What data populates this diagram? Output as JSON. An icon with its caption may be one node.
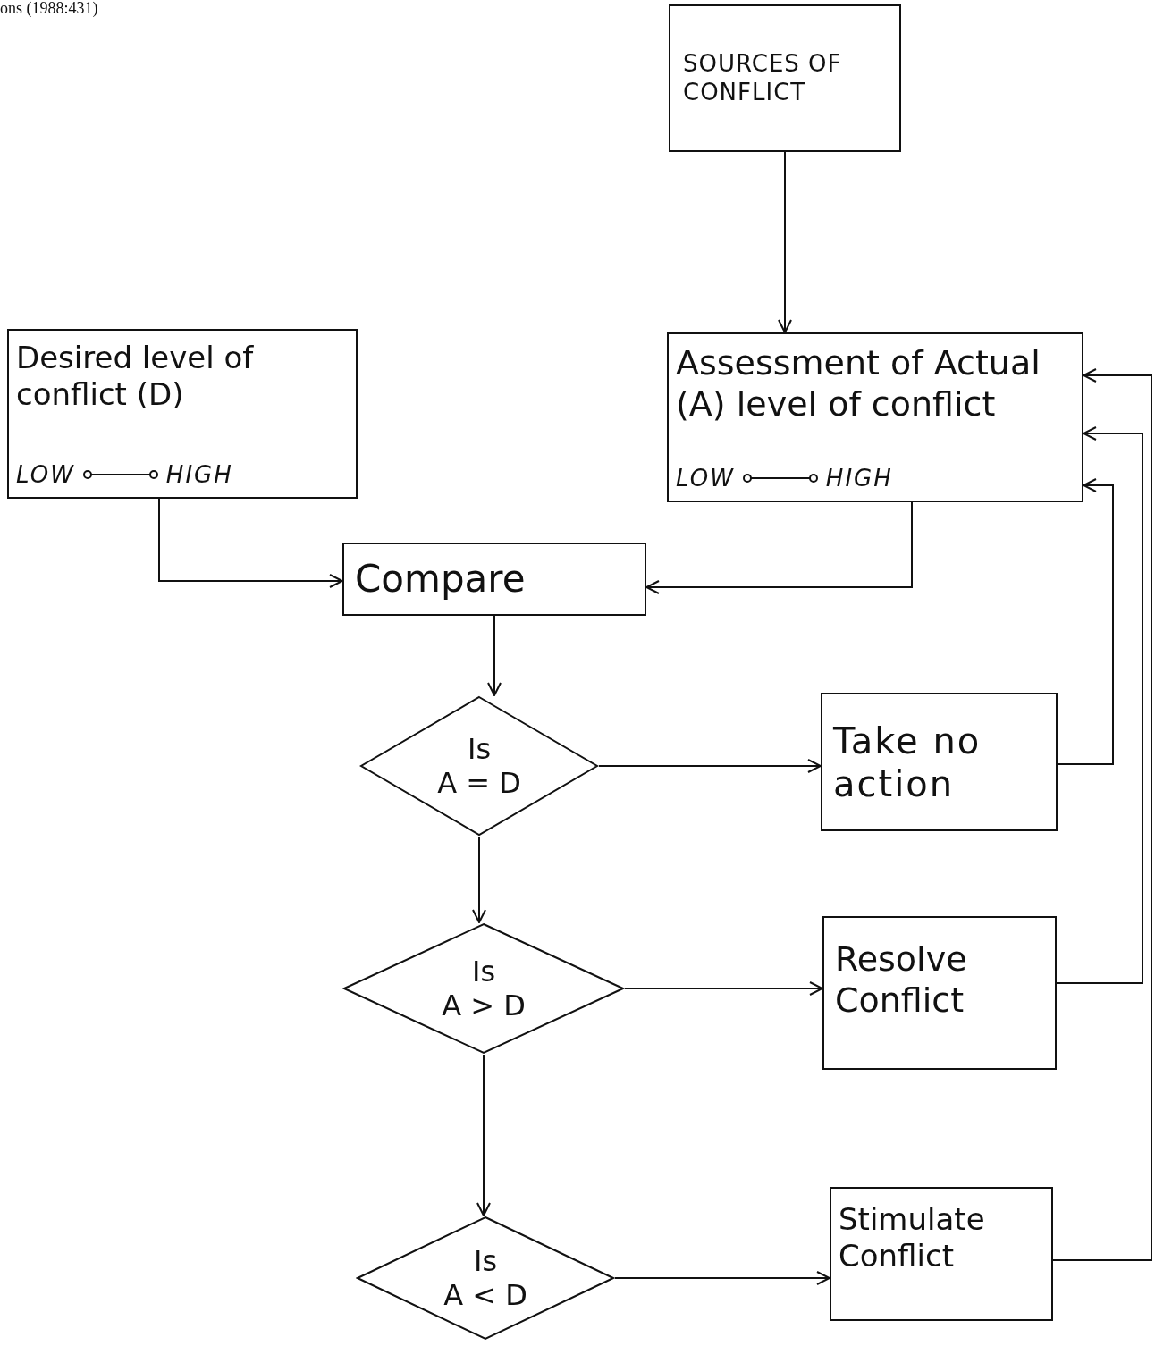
{
  "diagram": {
    "nodes": [
      {
        "text": [
          "SOURCES OF CONFLICT"
        ]
      },
      {
        "text": [
          "Desired level of conflict (D)",
          "LOW",
          "HIGH"
        ]
      },
      {
        "text": [
          "Assessment of Actual (A) level of conflict",
          "LOW",
          "HIGH"
        ]
      },
      {
        "text": [
          "Compare"
        ]
      },
      {
        "text": [
          "Is",
          "A = D"
        ]
      },
      {
        "text": [
          "Take no action"
        ]
      },
      {
        "text": [
          "Is",
          "A > D"
        ]
      },
      {
        "text": [
          "Resolve Conflict"
        ]
      },
      {
        "text": [
          "Is",
          "A < D"
        ]
      },
      {
        "text": [
          "Stimulate Conflict"
        ]
      }
    ],
    "edges": [
      {
        "from": 0,
        "to": 2,
        "arrow": "to"
      },
      {
        "from": 1,
        "to": 3,
        "arrow": "to"
      },
      {
        "from": 2,
        "to": 3,
        "arrow": "to"
      },
      {
        "from": 3,
        "to": 4,
        "arrow": "to"
      },
      {
        "from": 4,
        "to": 5,
        "arrow": "to"
      },
      {
        "from": 4,
        "to": 6,
        "arrow": "to"
      },
      {
        "from": 6,
        "to": 7,
        "arrow": "to"
      },
      {
        "from": 6,
        "to": 8,
        "arrow": "to"
      },
      {
        "from": 8,
        "to": 9,
        "arrow": "to"
      },
      {
        "from": 5,
        "to": 2,
        "arrow": "to"
      },
      {
        "from": 7,
        "to": 2,
        "arrow": "to"
      },
      {
        "from": 9,
        "to": 2,
        "arrow": "to"
      }
    ],
    "labels": [
      "ons (1988:431)"
    ]
  }
}
